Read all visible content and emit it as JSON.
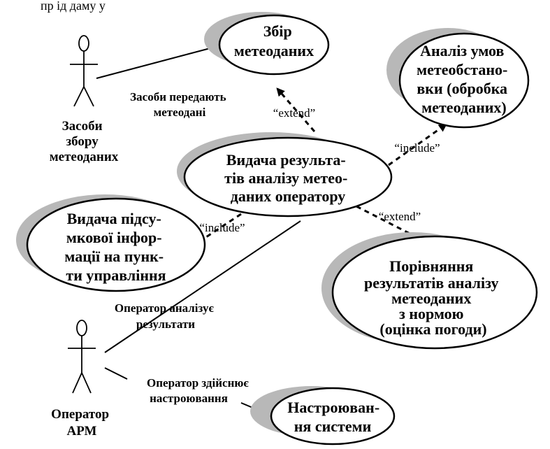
{
  "header_fragment": "пр ід даму у",
  "actors": {
    "sources": {
      "name": "sources-actor",
      "lines": [
        "Засоби",
        "збору",
        "метеоданих"
      ]
    },
    "operator": {
      "name": "operator-actor",
      "lines": [
        "Оператор",
        "АРМ"
      ]
    }
  },
  "use_cases": {
    "collect": {
      "lines": [
        "Збір",
        "метеоданих"
      ]
    },
    "analysis": {
      "lines": [
        "Аналіз умов",
        "метеобстано-",
        "вки (обробка",
        "метеоданих)"
      ]
    },
    "output": {
      "lines": [
        "Видача результа-",
        "тів аналізу метео-",
        "даних оператору"
      ]
    },
    "summary": {
      "lines": [
        "Видача підсу-",
        "мкової інфор-",
        "мації на пунк-",
        "ти управління"
      ]
    },
    "compare": {
      "lines": [
        "Порівняння",
        "результатів аналізу",
        "метеоданих",
        "з нормою",
        "(оцінка погоди)"
      ]
    },
    "setup": {
      "lines": [
        "Настроюван-",
        "ня системи"
      ]
    }
  },
  "associations": {
    "sources_transmit": [
      "Засоби передають",
      "метеодані"
    ],
    "operator_analyzes": [
      "Оператор аналізує",
      "результати"
    ],
    "operator_configures": [
      "Оператор здійснює",
      "настроювання"
    ]
  },
  "stereotypes": {
    "extend_collect": "“extend”",
    "include_analysis": "“include”",
    "include_summary": "“include”",
    "extend_compare": "“extend”"
  }
}
